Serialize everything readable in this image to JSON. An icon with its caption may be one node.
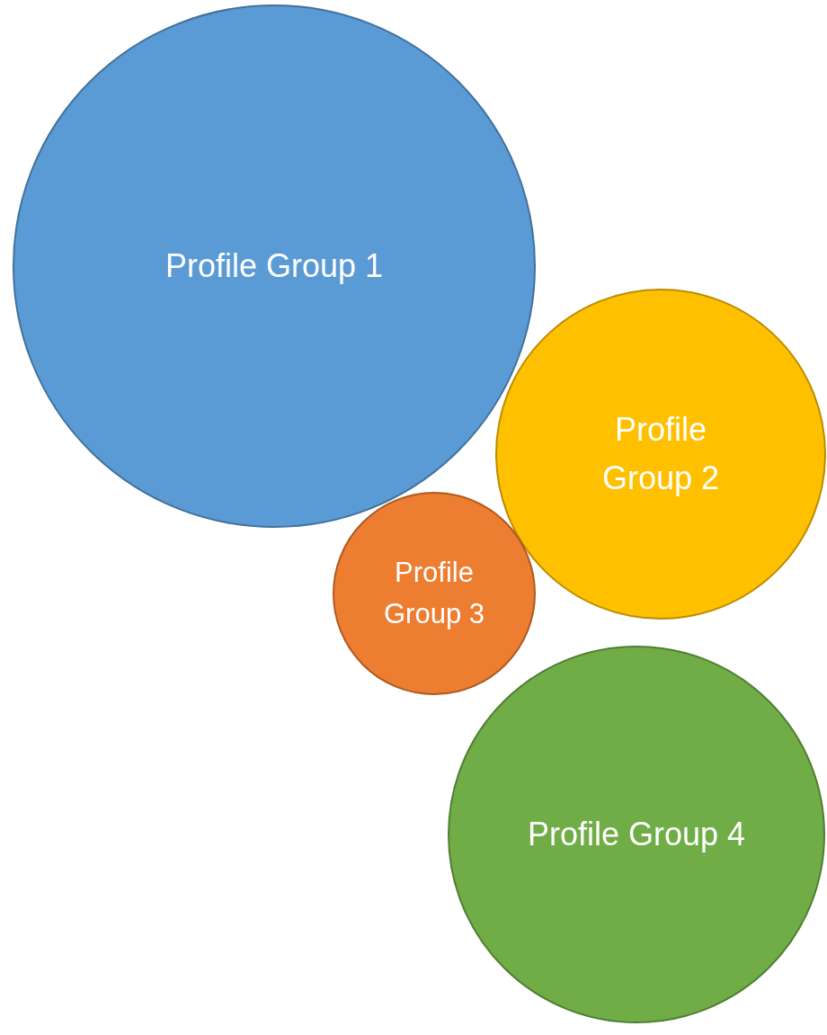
{
  "diagram": {
    "nodes": [
      {
        "text": [
          "Profile Group 1"
        ]
      },
      {
        "text": [
          "Profile Group 2"
        ]
      },
      {
        "text": [
          "Profile Group 3"
        ]
      },
      {
        "text": [
          "Profile Group 4"
        ]
      }
    ]
  }
}
